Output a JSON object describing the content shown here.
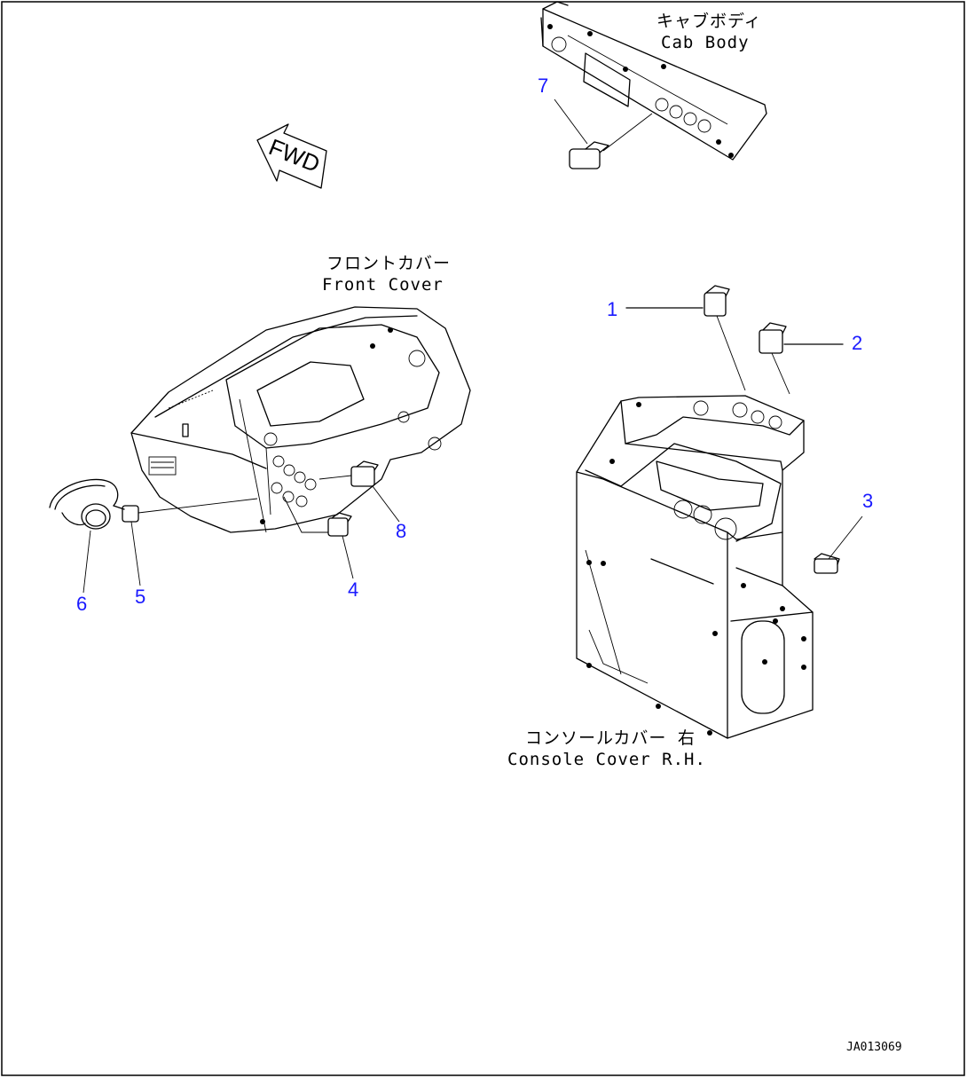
{
  "labels": {
    "cab_jp": "キャブボディ",
    "cab_en": "Cab Body",
    "front_jp": "フロントカバー",
    "front_en": "Front Cover",
    "console_jp": "コンソールカバー 右",
    "console_en": "Console Cover R.H.",
    "fwd": "FWD"
  },
  "callouts": [
    "1",
    "2",
    "3",
    "4",
    "5",
    "6",
    "7",
    "8"
  ],
  "drawing_code": "JA013069",
  "colors": {
    "callout": "#1a1aff",
    "line": "#000000",
    "background": "#ffffff"
  }
}
